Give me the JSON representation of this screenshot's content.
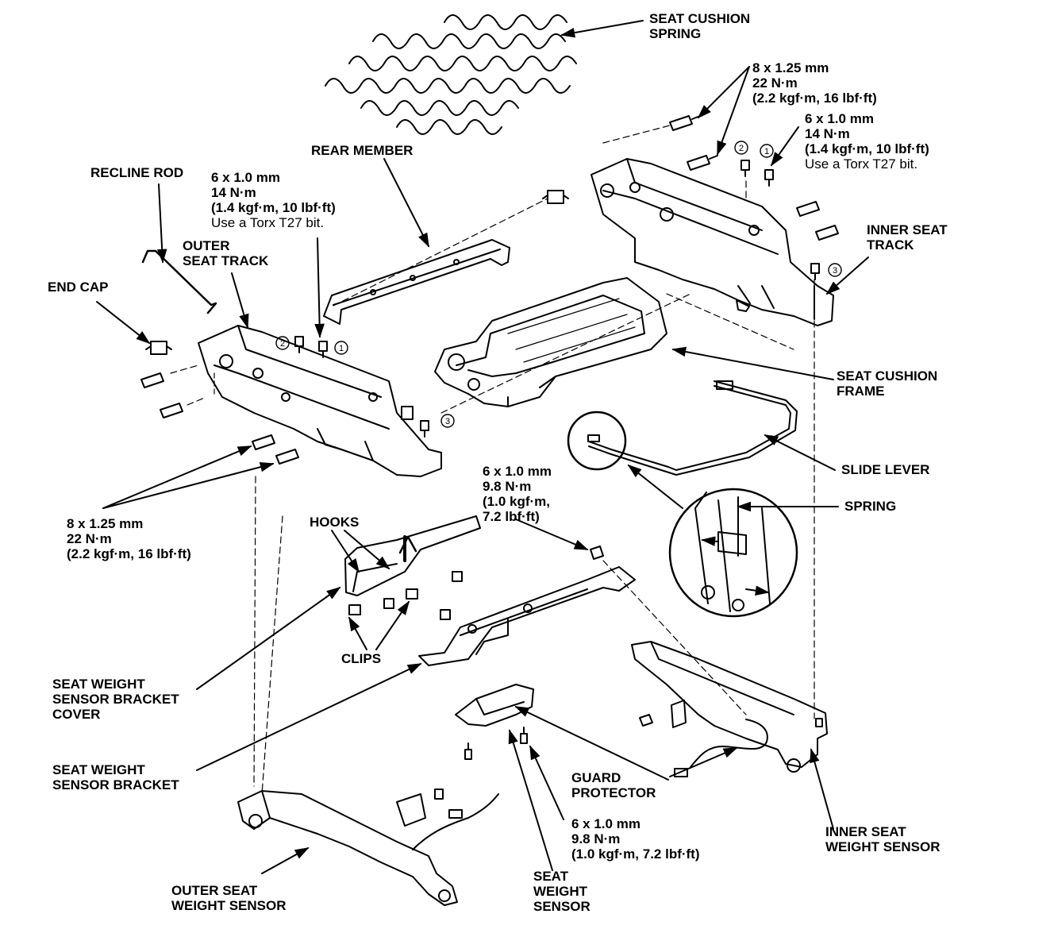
{
  "labels": {
    "seat_cushion_spring": [
      "SEAT CUSHION",
      "SPRING"
    ],
    "rear_member": [
      "REAR MEMBER"
    ],
    "recline_rod": [
      "RECLINE ROD"
    ],
    "outer_seat_track": [
      "OUTER",
      "SEAT TRACK"
    ],
    "end_cap": [
      "END CAP"
    ],
    "inner_seat_track": [
      "INNER SEAT",
      "TRACK"
    ],
    "seat_cushion_frame": [
      "SEAT CUSHION",
      "FRAME"
    ],
    "slide_lever": [
      "SLIDE LEVER"
    ],
    "spring": [
      "SPRING"
    ],
    "hooks": [
      "HOOKS"
    ],
    "clips": [
      "CLIPS"
    ],
    "sensor_bracket_cover": [
      "SEAT WEIGHT",
      "SENSOR BRACKET",
      "COVER"
    ],
    "sensor_bracket": [
      "SEAT WEIGHT",
      "SENSOR BRACKET"
    ],
    "guard_protector": [
      "GUARD",
      "PROTECTOR"
    ],
    "inner_seat_weight_sensor": [
      "INNER SEAT",
      "WEIGHT SENSOR"
    ],
    "outer_seat_weight_sensor": [
      "OUTER SEAT",
      "WEIGHT SENSOR"
    ],
    "seat_weight_sensor": [
      "SEAT",
      "WEIGHT",
      "SENSOR"
    ]
  },
  "specs": {
    "bolt_8x125_top": [
      "8 x 1.25 mm",
      "22 N·m",
      "(2.2 kgf·m, 16 lbf·ft)"
    ],
    "bolt_6x10_top_right": [
      "6 x 1.0 mm",
      "14 N·m",
      "(1.4 kgf·m, 10 lbf·ft)",
      "Use a Torx T27 bit."
    ],
    "bolt_6x10_top_left": [
      "6 x 1.0 mm",
      "14 N·m",
      "(1.4 kgf·m, 10 lbf·ft)",
      "Use a Torx T27 bit."
    ],
    "bolt_8x125_left": [
      "8 x 1.25 mm",
      "22 N·m",
      "(2.2 kgf·m, 16 lbf·ft)"
    ],
    "bolt_6x10_mid": [
      "6 x 1.0 mm",
      "9.8 N·m",
      "(1.0 kgf·m,",
      "7.2 lbf·ft)"
    ],
    "bolt_6x10_bottom": [
      "6 x 1.0 mm",
      "9.8 N·m",
      "(1.0 kgf·m, 7.2 lbf·ft)"
    ]
  },
  "callouts": [
    "1",
    "2",
    "3"
  ]
}
